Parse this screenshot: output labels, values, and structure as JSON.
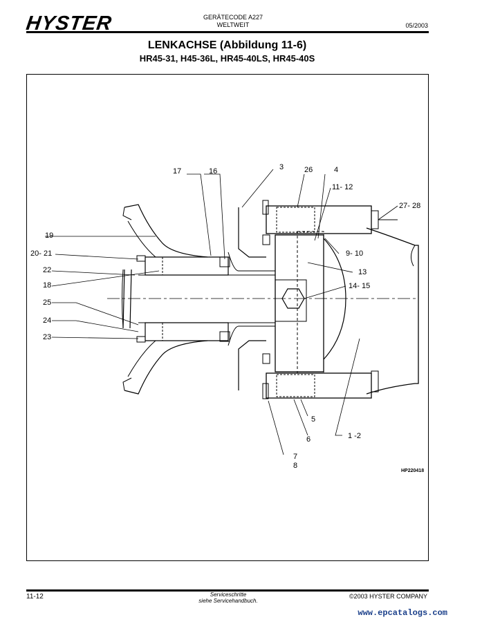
{
  "header": {
    "logo": "HYSTER",
    "doc_code_line1": "GERÄTECODE A227",
    "doc_code_line2": "WELTWEIT",
    "date": "05/2003"
  },
  "title": "LENKACHSE (Abbildung 11-6)",
  "subtitle": "HR45-31, H45-36L, HR45-40LS, HR45-40S",
  "figure": {
    "id": "HP220418",
    "callouts": {
      "c17": "17",
      "c16": "16",
      "c3": "3",
      "c26": "26",
      "c4": "4",
      "c11_12": "11- 12",
      "c27_28": "27- 28",
      "c19": "19",
      "c20_21": "20- 21",
      "c22": "22",
      "c18": "18",
      "c9_10": "9- 10",
      "c13": "13",
      "c14_15": "14- 15",
      "c25": "25",
      "c24": "24",
      "c23": "23",
      "c5": "5",
      "c6": "6",
      "c1_2": "1 -2",
      "c7": "7",
      "c8": "8"
    }
  },
  "footer": {
    "page": "11-12",
    "note_line1": "Serviceschritte",
    "note_line2": "siehe Servicehandbuch.",
    "copyright": "©2003 HYSTER COMPANY",
    "watermark": "www.epcatalogs.com"
  }
}
